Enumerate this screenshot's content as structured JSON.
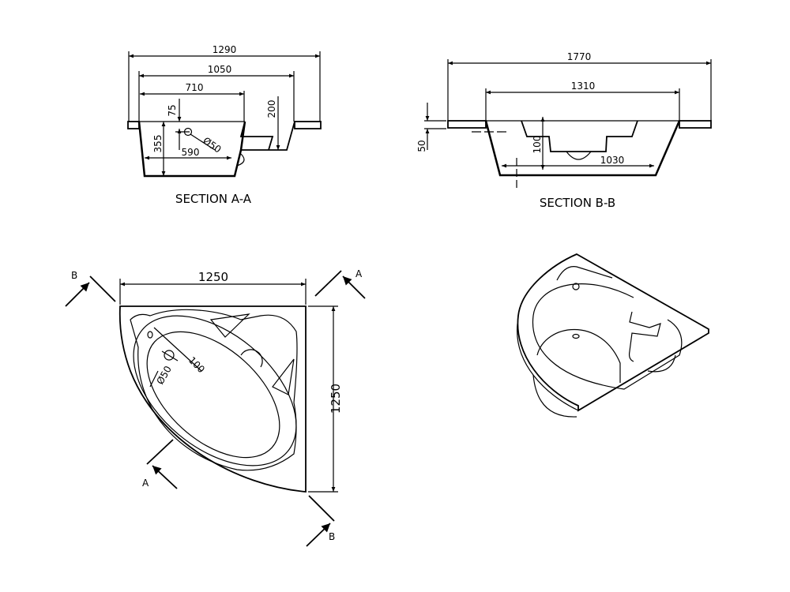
{
  "section_a": {
    "title": "SECTION A-A",
    "dims": {
      "overall": "1290",
      "inner": "1050",
      "to_step": "710",
      "drain_offset": "75",
      "step_height": "200",
      "depth": "355",
      "bottom": "590",
      "drain_dia": "Ø50"
    }
  },
  "section_b": {
    "title": "SECTION B-B",
    "dims": {
      "overall": "1770",
      "inner": "1310",
      "rim": "50",
      "step_depth": "100",
      "bottom": "1030"
    }
  },
  "plan": {
    "width": "1250",
    "height": "1250",
    "drain_offset": "100",
    "drain_dia": "Ø50",
    "markers": {
      "a1": "A",
      "a2": "A",
      "b1": "B",
      "b2": "B"
    }
  },
  "colors": {
    "line": "#000000",
    "background": "#ffffff"
  }
}
